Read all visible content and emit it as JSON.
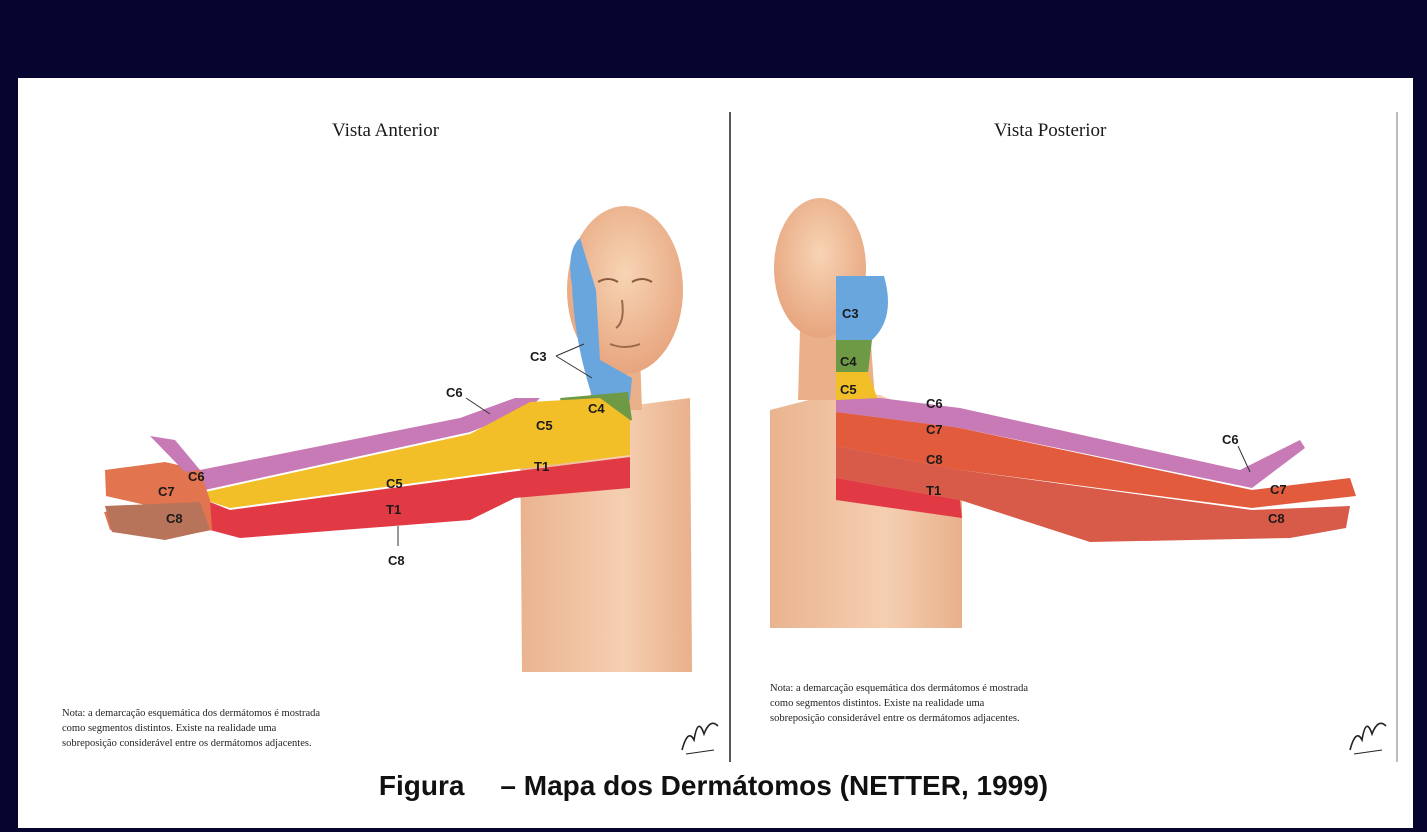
{
  "anterior": {
    "title": "Vista Anterior",
    "labels": {
      "c3": "C3",
      "c4": "C4",
      "c5_shoulder": "C5",
      "c5_arm": "C5",
      "c6_upper": "C6",
      "c6_hand": "C6",
      "c7": "C7",
      "c8_hand": "C8",
      "c8_arm": "C8",
      "t1_chest": "T1",
      "t1_arm": "T1"
    },
    "note_lines": [
      "Nota: a demarcação esquemática dos dermátomos é mostrada",
      "como segmentos distintos. Existe na realidade uma",
      "sobreposição considerável entre os dermátomos adjacentes."
    ]
  },
  "posterior": {
    "title": "Vista Posterior",
    "labels": {
      "c3": "C3",
      "c4": "C4",
      "c5": "C5",
      "c6_upper": "C6",
      "c6_hand": "C6",
      "c7_arm": "C7",
      "c7_hand": "C7",
      "c8_arm": "C8",
      "c8_hand": "C8",
      "t1": "T1"
    },
    "note_lines": [
      "Nota: a demarcação esquemática dos dermátomos é mostrada",
      "como segmentos distintos. Existe na realidade uma",
      "sobreposição considerável entre os dermátomos adjacentes."
    ]
  },
  "caption": {
    "prefix": "Figura",
    "text": "– Mapa dos Dermátomos (NETTER, 1999)"
  },
  "colors": {
    "background": "#050530",
    "c3": "#6aa6de",
    "c4": "#6f9a45",
    "c5": "#f2bf28",
    "c6": "#c77ab6",
    "c7": "#e25b3c",
    "c8": "#d85a48",
    "t1": "#e23a45",
    "skin": "#f1c29c"
  }
}
